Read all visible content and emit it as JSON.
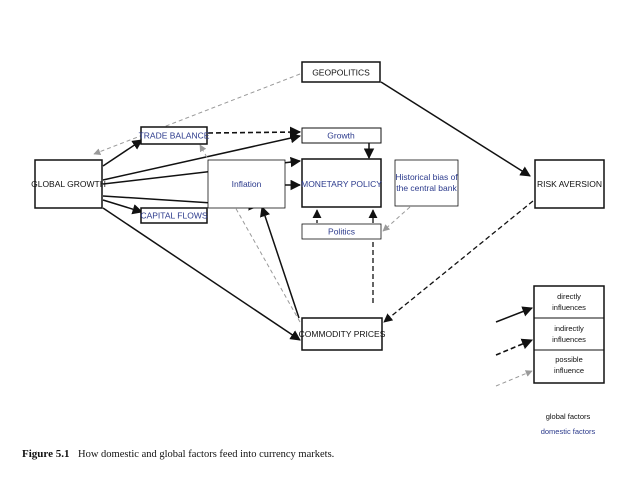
{
  "nodes": {
    "geopolitics": "GEOPOLITICS",
    "trade_balance": "TRADE BALANCE",
    "growth": "Growth",
    "global_growth": "GLOBAL GROWTH",
    "inflation": "Inflation",
    "monetary_policy": "MONETARY POLICY",
    "historical_bias_line1": "Historical bias of",
    "historical_bias_line2": "the central bank",
    "risk_aversion": "RISK AVERSION",
    "capital_flows": "CAPITAL FLOWS",
    "politics": "Politics",
    "commodity_prices": "COMMODITY PRICES"
  },
  "legend": {
    "directly_line1": "directly",
    "directly_line2": "influences",
    "indirectly_line1": "indirectly",
    "indirectly_line2": "influences",
    "possible_line1": "possible",
    "possible_line2": "influence"
  },
  "key": {
    "global": "global factors",
    "domestic": "domestic factors"
  },
  "caption": {
    "label": "Figure 5.1",
    "text": "How domestic and global factors feed into currency markets."
  },
  "colors": {
    "global_text": "#111111",
    "domestic_text": "#2b3a8c",
    "possible_arrow": "#9a9a9a"
  }
}
